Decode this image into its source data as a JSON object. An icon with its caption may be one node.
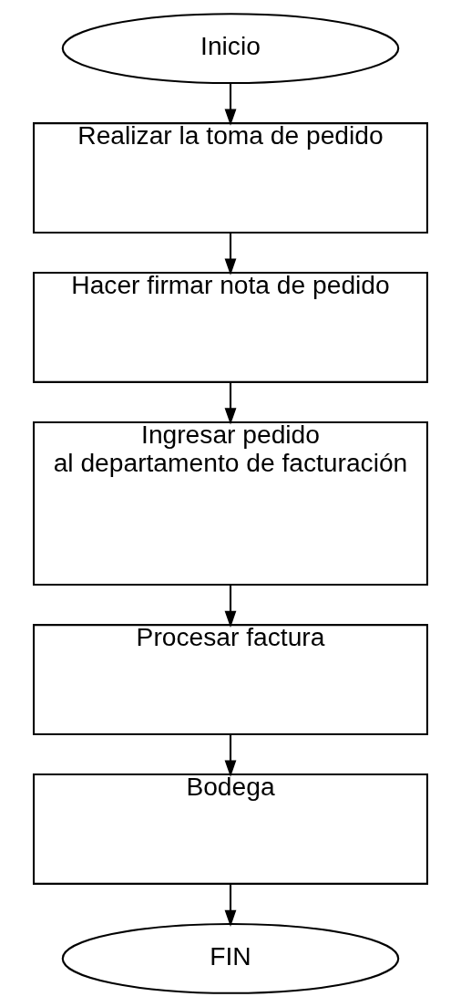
{
  "diagram": {
    "nodes": [
      {
        "text": [
          "Inicio"
        ]
      },
      {
        "text": [
          "Realizar la toma de pedido"
        ]
      },
      {
        "text": [
          "Hacer firmar nota de pedido"
        ]
      },
      {
        "text": [
          "Ingresar pedido al departamento de facturación"
        ]
      },
      {
        "text": [
          "Procesar factura"
        ]
      },
      {
        "text": [
          "Bodega"
        ]
      },
      {
        "text": [
          "FIN"
        ]
      }
    ],
    "edges": [
      {
        "from": 0,
        "to": 1,
        "arrow": "to"
      },
      {
        "from": 1,
        "to": 2,
        "arrow": "to"
      },
      {
        "from": 2,
        "to": 3,
        "arrow": "to"
      },
      {
        "from": 3,
        "to": 4,
        "arrow": "to"
      },
      {
        "from": 4,
        "to": 5,
        "arrow": "to"
      },
      {
        "from": 5,
        "to": 6,
        "arrow": "to"
      }
    ]
  }
}
